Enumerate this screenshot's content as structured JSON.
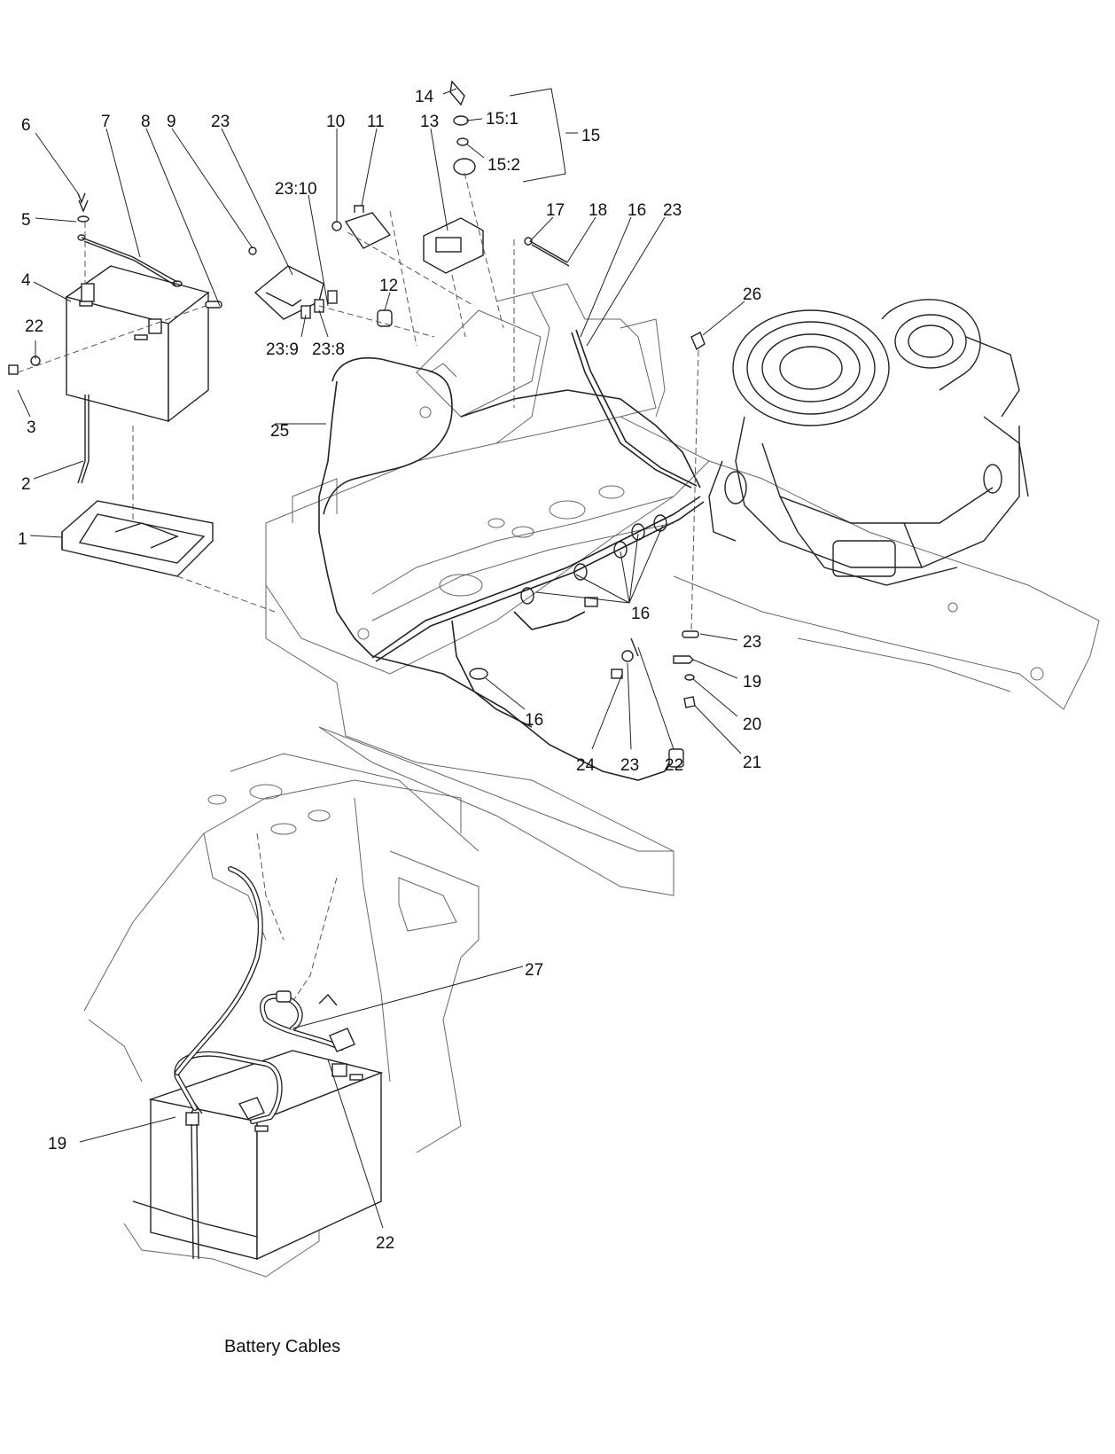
{
  "callouts": {
    "c1": "1",
    "c2": "2",
    "c3": "3",
    "c4": "4",
    "c5": "5",
    "c6": "6",
    "c7": "7",
    "c8": "8",
    "c9": "9",
    "c10": "10",
    "c11": "11",
    "c12": "12",
    "c13": "13",
    "c14": "14",
    "c15": "15",
    "c15_1": "15:1",
    "c15_2": "15:2",
    "c16": "16",
    "c17": "17",
    "c18": "18",
    "c19": "19",
    "c20": "20",
    "c21": "21",
    "c22": "22",
    "c23": "23",
    "c23_8": "23:8",
    "c23_9": "23:9",
    "c23_10": "23:10",
    "c24": "24",
    "c25": "25",
    "c26": "26",
    "c27": "27"
  },
  "caption": "Battery Cables"
}
